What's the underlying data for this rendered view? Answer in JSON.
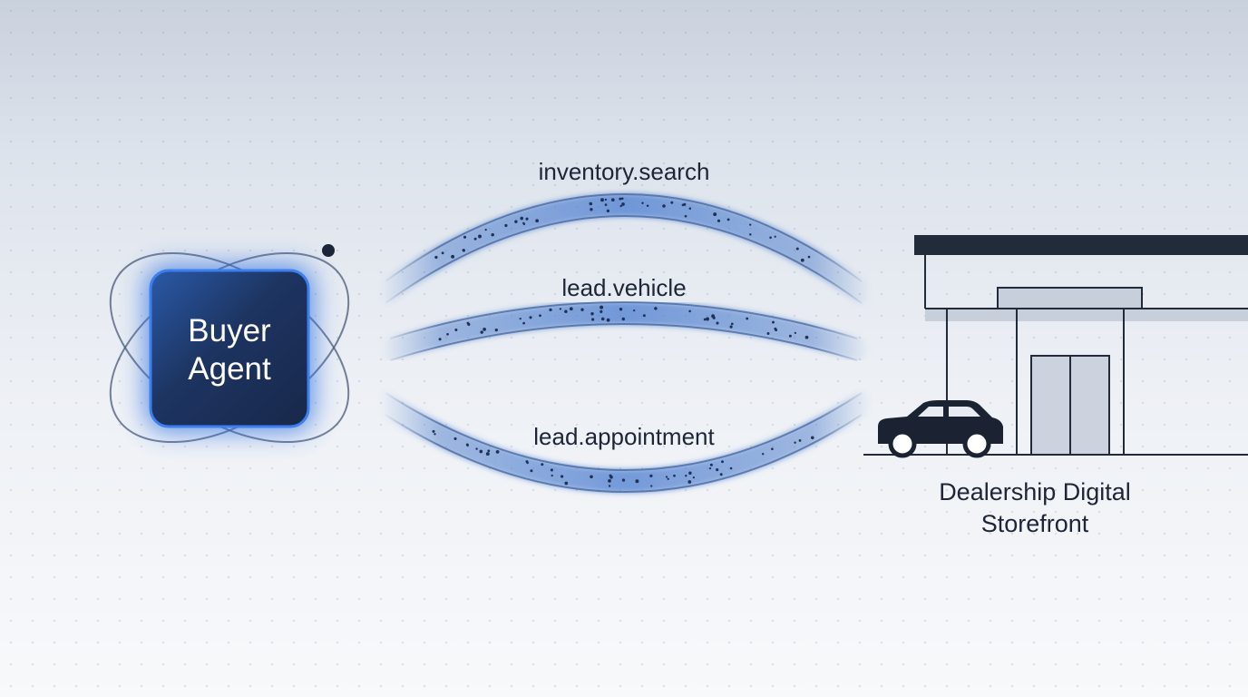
{
  "agent": {
    "label_line1": "Buyer",
    "label_line2": "Agent"
  },
  "channels": [
    {
      "label": "inventory.search"
    },
    {
      "label": "lead.vehicle"
    },
    {
      "label": "lead.appointment"
    }
  ],
  "storefront": {
    "label_line1": "Dealership Digital",
    "label_line2": "Storefront"
  },
  "colors": {
    "agent_fill": "#1f3760",
    "agent_glow": "#2f6fe0",
    "channel_blue": "#4f7fcc",
    "ink": "#1d2536"
  }
}
